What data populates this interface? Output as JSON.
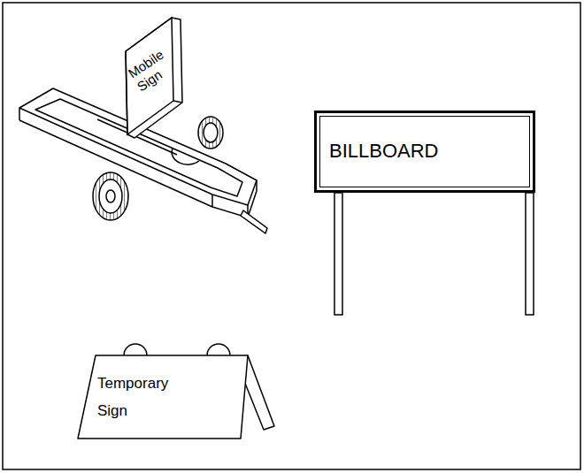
{
  "diagram": {
    "nodes": [
      {
        "text": [
          "Mobile Sign"
        ]
      },
      {
        "text": [
          "BILLBOARD"
        ]
      },
      {
        "text": [
          "Temporary Sign"
        ]
      }
    ]
  }
}
